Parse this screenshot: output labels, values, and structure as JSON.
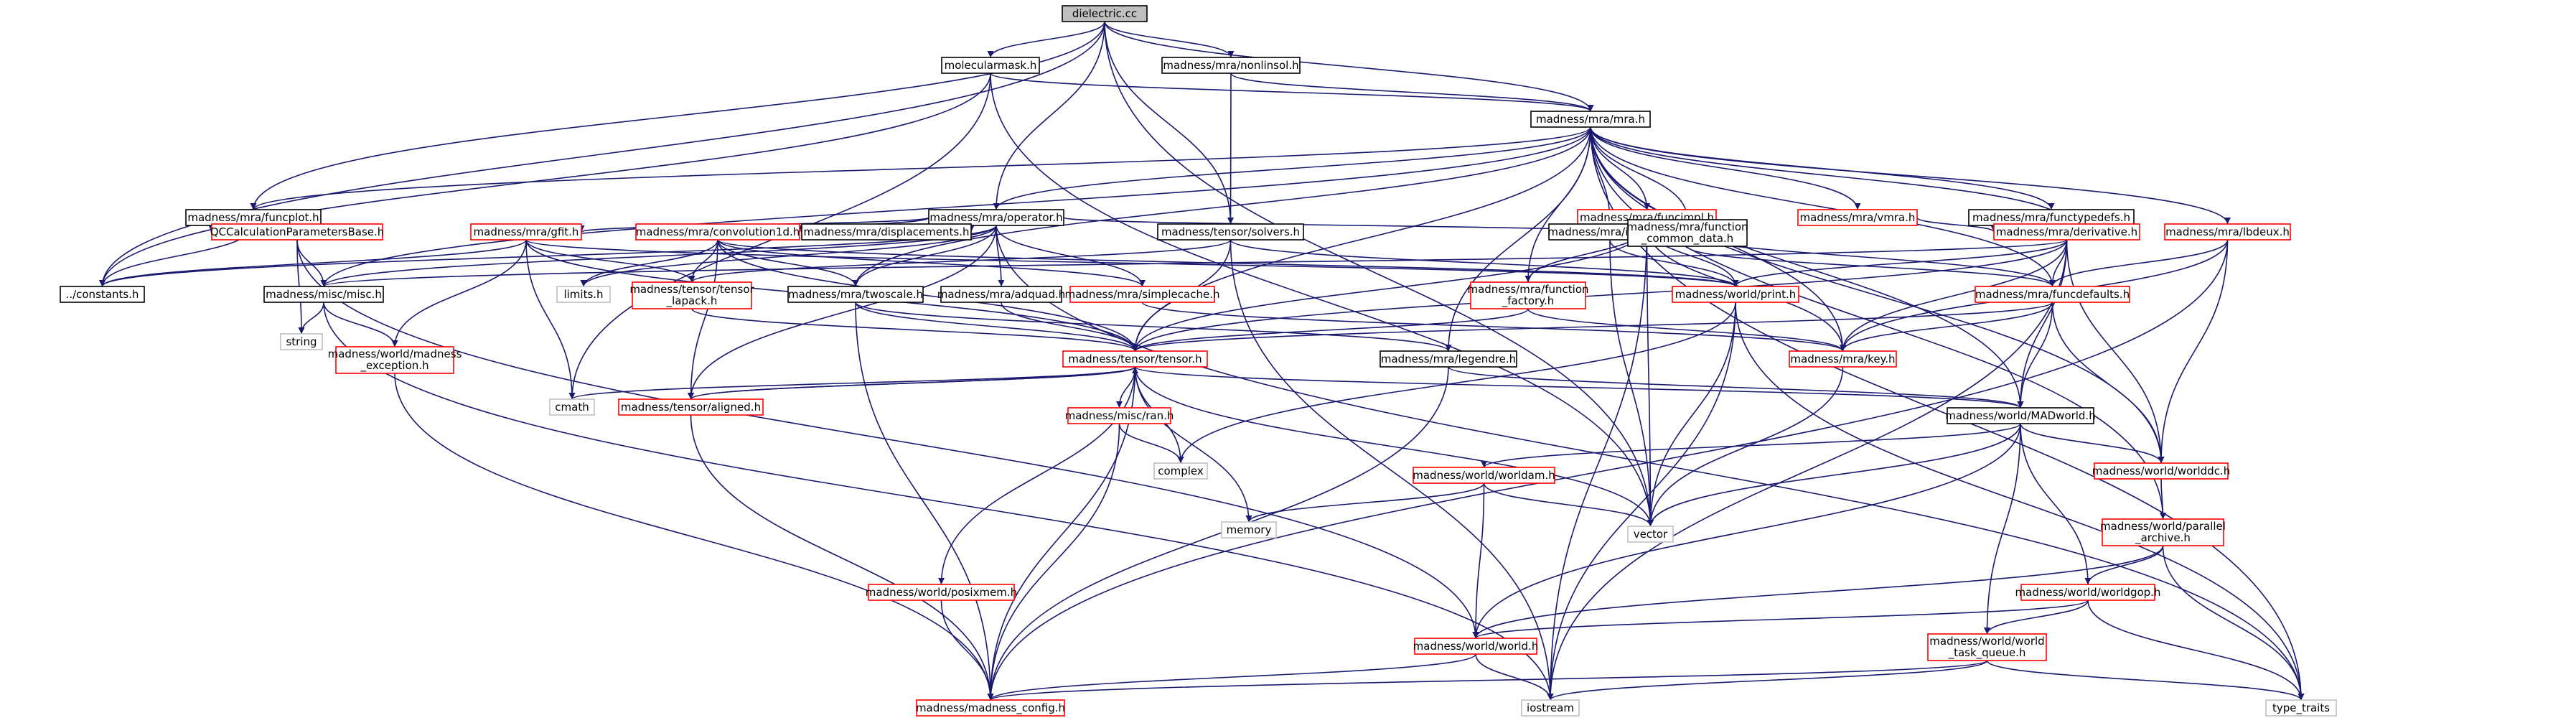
{
  "colors": {
    "edge": "#191970",
    "box_black": "#000000",
    "box_red": "#ff0000",
    "box_gray": "#bfbfbf",
    "root_fill": "#bfbfbf",
    "plain_fill": "#ffffff",
    "text": "#000000"
  },
  "nodes": [
    {
      "id": "n_dielectric",
      "label": "dielectric.cc",
      "style": "root"
    },
    {
      "id": "n_molmask",
      "label": "molecularmask.h",
      "style": "black"
    },
    {
      "id": "n_nonlinsol",
      "label": "madness/mra/nonlinsol.h",
      "style": "black"
    },
    {
      "id": "n_mra",
      "label": "madness/mra/mra.h",
      "style": "black"
    },
    {
      "id": "n_funcplot",
      "label": "madness/mra/funcplot.h",
      "style": "black"
    },
    {
      "id": "n_operator",
      "label": "madness/mra/operator.h",
      "style": "black"
    },
    {
      "id": "n_funcimpl",
      "label": "madness/mra/funcimpl.h",
      "style": "red"
    },
    {
      "id": "n_vmra",
      "label": "madness/mra/vmra.h",
      "style": "red"
    },
    {
      "id": "n_functypedefs",
      "label": "madness/mra/functypedefs.h",
      "style": "black"
    },
    {
      "id": "n_qccalc",
      "label": "QCCalculationParametersBase.h",
      "style": "red"
    },
    {
      "id": "n_gfit",
      "label": "madness/mra/gfit.h",
      "style": "red"
    },
    {
      "id": "n_conv1d",
      "label": "madness/mra/convolution1d.h",
      "style": "red"
    },
    {
      "id": "n_displacements",
      "label": "madness/mra/displacements.h",
      "style": "black"
    },
    {
      "id": "n_solvers",
      "label": "madness/tensor/solvers.h",
      "style": "black"
    },
    {
      "id": "n_indexit",
      "label": "madness/mra/indexit.h",
      "style": "black"
    },
    {
      "id": "n_funccommon",
      "label1": "madness/mra/function",
      "label2": "_common_data.h",
      "style": "black"
    },
    {
      "id": "n_derivative",
      "label": "madness/mra/derivative.h",
      "style": "red"
    },
    {
      "id": "n_lbdeux",
      "label": "madness/mra/lbdeux.h",
      "style": "red"
    },
    {
      "id": "n_constants",
      "label": "../constants.h",
      "style": "black"
    },
    {
      "id": "n_misc",
      "label": "madness/misc/misc.h",
      "style": "black"
    },
    {
      "id": "n_limits",
      "label": "limits.h",
      "style": "gray"
    },
    {
      "id": "n_tensorlapack",
      "label1": "madness/tensor/tensor",
      "label2": "_lapack.h",
      "style": "red"
    },
    {
      "id": "n_twoscale",
      "label": "madness/mra/twoscale.h",
      "style": "black"
    },
    {
      "id": "n_adquad",
      "label": "madness/mra/adquad.h",
      "style": "black"
    },
    {
      "id": "n_simplecache",
      "label": "madness/mra/simplecache.h",
      "style": "red"
    },
    {
      "id": "n_funcfactory",
      "label1": "madness/mra/function",
      "label2": "_factory.h",
      "style": "red"
    },
    {
      "id": "n_print",
      "label": "madness/world/print.h",
      "style": "red"
    },
    {
      "id": "n_funcdefaults",
      "label": "madness/mra/funcdefaults.h",
      "style": "red"
    },
    {
      "id": "n_string",
      "label": "string",
      "style": "gray"
    },
    {
      "id": "n_madexc",
      "label1": "madness/world/madness",
      "label2": "_exception.h",
      "style": "red"
    },
    {
      "id": "n_tensor",
      "label": "madness/tensor/tensor.h",
      "style": "red"
    },
    {
      "id": "n_legendre",
      "label": "madness/mra/legendre.h",
      "style": "black"
    },
    {
      "id": "n_key",
      "label": "madness/mra/key.h",
      "style": "red"
    },
    {
      "id": "n_cmath",
      "label": "cmath",
      "style": "gray"
    },
    {
      "id": "n_aligned",
      "label": "madness/tensor/aligned.h",
      "style": "red"
    },
    {
      "id": "n_ran",
      "label": "madness/misc/ran.h",
      "style": "red"
    },
    {
      "id": "n_complex",
      "label": "complex",
      "style": "gray"
    },
    {
      "id": "n_madworld",
      "label": "madness/world/MADworld.h",
      "style": "black"
    },
    {
      "id": "n_worldam",
      "label": "madness/world/worldam.h",
      "style": "red"
    },
    {
      "id": "n_worlddc",
      "label": "madness/world/worlddc.h",
      "style": "red"
    },
    {
      "id": "n_memory",
      "label": "memory",
      "style": "gray"
    },
    {
      "id": "n_vector",
      "label": "vector",
      "style": "gray"
    },
    {
      "id": "n_parallel",
      "label1": "madness/world/parallel",
      "label2": "_archive.h",
      "style": "red"
    },
    {
      "id": "n_posixmem",
      "label": "madness/world/posixmem.h",
      "style": "red"
    },
    {
      "id": "n_worldgop",
      "label": "madness/world/worldgop.h",
      "style": "red"
    },
    {
      "id": "n_world",
      "label": "madness/world/world.h",
      "style": "red"
    },
    {
      "id": "n_taskqueue",
      "label1": "madness/world/world",
      "label2": "_task_queue.h",
      "style": "red"
    },
    {
      "id": "n_madconfig",
      "label": "madness/madness_config.h",
      "style": "red"
    },
    {
      "id": "n_iostream",
      "label": "iostream",
      "style": "gray"
    },
    {
      "id": "n_typetraits",
      "label": "type_traits",
      "style": "gray"
    }
  ],
  "edges": [
    [
      "n_dielectric",
      "n_molmask"
    ],
    [
      "n_dielectric",
      "n_nonlinsol"
    ],
    [
      "n_dielectric",
      "n_mra"
    ],
    [
      "n_dielectric",
      "n_funcplot"
    ],
    [
      "n_dielectric",
      "n_operator"
    ],
    [
      "n_dielectric",
      "n_solvers"
    ],
    [
      "n_dielectric",
      "n_constants"
    ],
    [
      "n_dielectric",
      "n_vector"
    ],
    [
      "n_molmask",
      "n_mra"
    ],
    [
      "n_molmask",
      "n_constants"
    ],
    [
      "n_molmask",
      "n_cmath"
    ],
    [
      "n_molmask",
      "n_vector"
    ],
    [
      "n_nonlinsol",
      "n_mra"
    ],
    [
      "n_nonlinsol",
      "n_solvers"
    ],
    [
      "n_mra",
      "n_funcplot"
    ],
    [
      "n_mra",
      "n_operator"
    ],
    [
      "n_mra",
      "n_funcimpl"
    ],
    [
      "n_mra",
      "n_vmra"
    ],
    [
      "n_mra",
      "n_functypedefs"
    ],
    [
      "n_mra",
      "n_derivative"
    ],
    [
      "n_mra",
      "n_lbdeux"
    ],
    [
      "n_mra",
      "n_funcdefaults"
    ],
    [
      "n_mra",
      "n_indexit"
    ],
    [
      "n_mra",
      "n_funccommon"
    ],
    [
      "n_mra",
      "n_funcfactory"
    ],
    [
      "n_mra",
      "n_key"
    ],
    [
      "n_mra",
      "n_legendre"
    ],
    [
      "n_mra",
      "n_tensor"
    ],
    [
      "n_mra",
      "n_madworld"
    ],
    [
      "n_mra",
      "n_worlddc"
    ],
    [
      "n_mra",
      "n_misc"
    ],
    [
      "n_mra",
      "n_twoscale"
    ],
    [
      "n_mra",
      "n_parallel"
    ],
    [
      "n_mra",
      "n_typetraits"
    ],
    [
      "n_funcplot",
      "n_qccalc"
    ],
    [
      "n_funcplot",
      "n_constants"
    ],
    [
      "n_operator",
      "n_gfit"
    ],
    [
      "n_operator",
      "n_conv1d"
    ],
    [
      "n_operator",
      "n_displacements"
    ],
    [
      "n_operator",
      "n_adquad"
    ],
    [
      "n_operator",
      "n_simplecache"
    ],
    [
      "n_operator",
      "n_funccommon"
    ],
    [
      "n_operator",
      "n_misc"
    ],
    [
      "n_operator",
      "n_limits"
    ],
    [
      "n_operator",
      "n_twoscale"
    ],
    [
      "n_operator",
      "n_constants"
    ],
    [
      "n_operator",
      "n_aligned"
    ],
    [
      "n_operator",
      "n_typetraits"
    ],
    [
      "n_funcimpl",
      "n_indexit"
    ],
    [
      "n_funcimpl",
      "n_funccommon"
    ],
    [
      "n_funcimpl",
      "n_funcfactory"
    ],
    [
      "n_funcimpl",
      "n_print"
    ],
    [
      "n_funcimpl",
      "n_key"
    ],
    [
      "n_funcimpl",
      "n_tensor"
    ],
    [
      "n_funcimpl",
      "n_funcdefaults"
    ],
    [
      "n_funcimpl",
      "n_iostream"
    ],
    [
      "n_funcimpl",
      "n_vector"
    ],
    [
      "n_vmra",
      "n_derivative"
    ],
    [
      "n_qccalc",
      "n_misc"
    ],
    [
      "n_qccalc",
      "n_string"
    ],
    [
      "n_qccalc",
      "n_world"
    ],
    [
      "n_gfit",
      "n_constants"
    ],
    [
      "n_gfit",
      "n_tensorlapack"
    ],
    [
      "n_gfit",
      "n_tensor"
    ],
    [
      "n_gfit",
      "n_cmath"
    ],
    [
      "n_gfit",
      "n_madexc"
    ],
    [
      "n_gfit",
      "n_print"
    ],
    [
      "n_conv1d",
      "n_tensorlapack"
    ],
    [
      "n_conv1d",
      "n_twoscale"
    ],
    [
      "n_conv1d",
      "n_simplecache"
    ],
    [
      "n_conv1d",
      "n_aligned"
    ],
    [
      "n_conv1d",
      "n_tensor"
    ],
    [
      "n_conv1d",
      "n_limits"
    ],
    [
      "n_conv1d",
      "n_print"
    ],
    [
      "n_solvers",
      "n_tensorlapack"
    ],
    [
      "n_solvers",
      "n_tensor"
    ],
    [
      "n_solvers",
      "n_print"
    ],
    [
      "n_solvers",
      "n_iostream"
    ],
    [
      "n_indexit",
      "n_print"
    ],
    [
      "n_indexit",
      "n_vector"
    ],
    [
      "n_funccommon",
      "n_funcdefaults"
    ],
    [
      "n_derivative",
      "n_funcdefaults"
    ],
    [
      "n_derivative",
      "n_key"
    ],
    [
      "n_derivative",
      "n_print"
    ],
    [
      "n_derivative",
      "n_madworld"
    ],
    [
      "n_derivative",
      "n_worlddc"
    ],
    [
      "n_derivative",
      "n_iostream"
    ],
    [
      "n_derivative",
      "n_misc"
    ],
    [
      "n_derivative",
      "n_tensor"
    ],
    [
      "n_lbdeux",
      "n_funcdefaults"
    ],
    [
      "n_lbdeux",
      "n_key"
    ],
    [
      "n_lbdeux",
      "n_worlddc"
    ],
    [
      "n_lbdeux",
      "n_madconfig"
    ],
    [
      "n_misc",
      "n_string"
    ],
    [
      "n_misc",
      "n_madexc"
    ],
    [
      "n_misc",
      "n_iostream"
    ],
    [
      "n_tensorlapack",
      "n_tensor"
    ],
    [
      "n_twoscale",
      "n_tensor"
    ],
    [
      "n_twoscale",
      "n_legendre"
    ],
    [
      "n_twoscale",
      "n_madconfig"
    ],
    [
      "n_adquad",
      "n_tensor"
    ],
    [
      "n_simplecache",
      "n_key"
    ],
    [
      "n_funcfactory",
      "n_tensor"
    ],
    [
      "n_funcfactory",
      "n_key"
    ],
    [
      "n_print",
      "n_complex"
    ],
    [
      "n_print",
      "n_vector"
    ],
    [
      "n_print",
      "n_iostream"
    ],
    [
      "n_print",
      "n_typetraits"
    ],
    [
      "n_funcdefaults",
      "n_key"
    ],
    [
      "n_funcdefaults",
      "n_madworld"
    ],
    [
      "n_funcdefaults",
      "n_worlddc"
    ],
    [
      "n_funcdefaults",
      "n_tensor"
    ],
    [
      "n_madexc",
      "n_madconfig"
    ],
    [
      "n_tensor",
      "n_aligned"
    ],
    [
      "n_tensor",
      "n_cmath"
    ],
    [
      "n_tensor",
      "n_ran"
    ],
    [
      "n_tensor",
      "n_complex"
    ],
    [
      "n_tensor",
      "n_memory"
    ],
    [
      "n_tensor",
      "n_vector"
    ],
    [
      "n_tensor",
      "n_posixmem"
    ],
    [
      "n_tensor",
      "n_madconfig"
    ],
    [
      "n_tensor",
      "n_madworld"
    ],
    [
      "n_legendre",
      "n_madworld"
    ],
    [
      "n_legendre",
      "n_madconfig"
    ],
    [
      "n_key",
      "n_vector"
    ],
    [
      "n_aligned",
      "n_tensor"
    ],
    [
      "n_aligned",
      "n_madconfig"
    ],
    [
      "n_ran",
      "n_complex"
    ],
    [
      "n_ran",
      "n_madconfig"
    ],
    [
      "n_madworld",
      "n_worldam"
    ],
    [
      "n_madworld",
      "n_worlddc"
    ],
    [
      "n_madworld",
      "n_worldgop"
    ],
    [
      "n_madworld",
      "n_world"
    ],
    [
      "n_madworld",
      "n_taskqueue"
    ],
    [
      "n_madworld",
      "n_vector"
    ],
    [
      "n_worldam",
      "n_memory"
    ],
    [
      "n_worldam",
      "n_vector"
    ],
    [
      "n_worldam",
      "n_world"
    ],
    [
      "n_worlddc",
      "n_parallel"
    ],
    [
      "n_parallel",
      "n_worldgop"
    ],
    [
      "n_parallel",
      "n_world"
    ],
    [
      "n_parallel",
      "n_typetraits"
    ],
    [
      "n_posixmem",
      "n_madconfig"
    ],
    [
      "n_worldgop",
      "n_world"
    ],
    [
      "n_worldgop",
      "n_taskqueue"
    ],
    [
      "n_worldgop",
      "n_typetraits"
    ],
    [
      "n_world",
      "n_madconfig"
    ],
    [
      "n_world",
      "n_iostream"
    ],
    [
      "n_taskqueue",
      "n_madconfig"
    ],
    [
      "n_taskqueue",
      "n_iostream"
    ],
    [
      "n_taskqueue",
      "n_typetraits"
    ]
  ]
}
